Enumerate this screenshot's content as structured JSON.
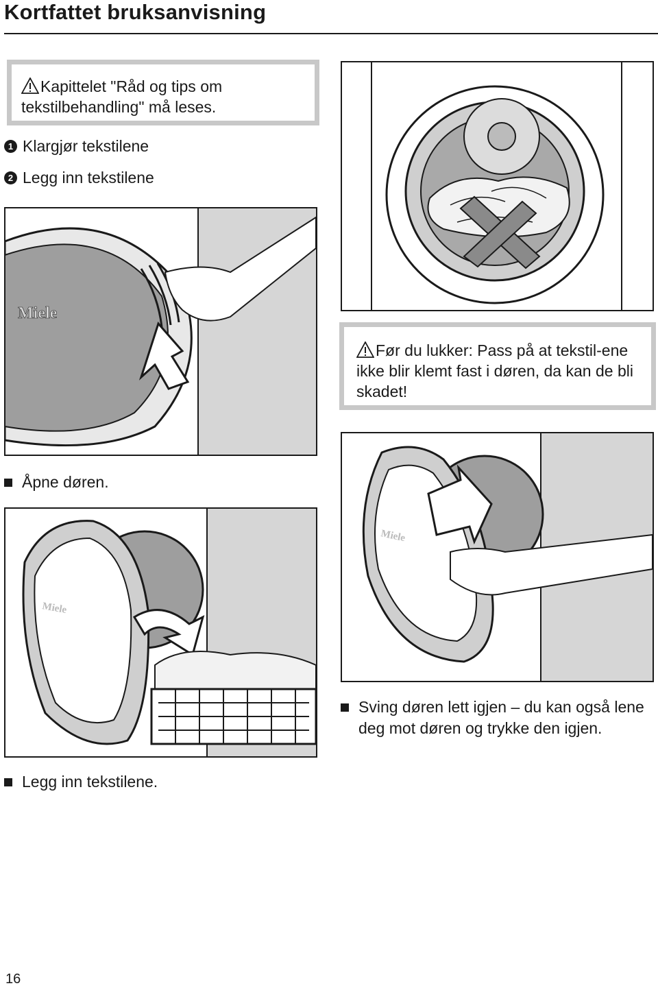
{
  "header": {
    "title": "Kortfattet bruksanvisning"
  },
  "warnings": {
    "chapter": "Kapittelet \"Råd og tips om tekstilbehandling\" må leses.",
    "door": "Før du lukker:  Pass på at tekstil-ene ikke blir klemt fast i døren, da kan de bli skadet!"
  },
  "steps": [
    {
      "num": "1",
      "label": "Klargjør tekstilene"
    },
    {
      "num": "2",
      "label": "Legg inn tekstilene"
    }
  ],
  "bullets": {
    "open": "Åpne døren.",
    "load": "Legg inn tekstilene.",
    "close": "Sving døren lett igjen – du kan også lene deg mot døren og trykke den igjen."
  },
  "brand": "Miele",
  "footer": {
    "page": "16"
  },
  "colors": {
    "box_border": "#c8c8c8",
    "drum_gray": "#9e9e9e",
    "door_gray": "#b5b5b5",
    "wall_gray": "#d6d6d6"
  }
}
